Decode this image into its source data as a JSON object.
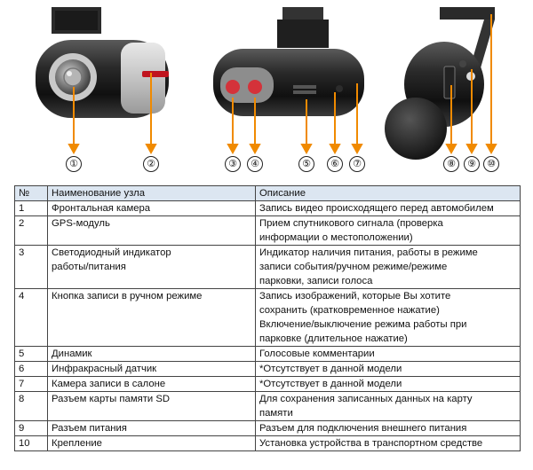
{
  "figure": {
    "callouts": [
      "①",
      "②",
      "③",
      "④",
      "⑤",
      "⑥",
      "⑦",
      "⑧",
      "⑨",
      "⑩"
    ],
    "accent_color": "#f08a00",
    "views": [
      "front-view",
      "side-view",
      "back-view"
    ]
  },
  "table": {
    "headers": [
      "№",
      "Наименование узла",
      "Описание"
    ],
    "header_bg": "#dce6f1",
    "rows": [
      {
        "num": "1",
        "name": "Фронтальная камера",
        "desc": [
          "Запись видео происходящего перед автомобилем"
        ]
      },
      {
        "num": "2",
        "name": "GPS-модуль",
        "desc": [
          "Прием спутникового сигнала (проверка",
          "информации о местоположении)"
        ]
      },
      {
        "num": "3",
        "name": "Светодиодный индикатор\nработы/питания",
        "desc": [
          "Индикатор наличия питания, работы в режиме",
          "записи события/ручном режиме/режиме",
          "парковки, записи голоса"
        ]
      },
      {
        "num": "4",
        "name": "Кнопка записи в ручном режиме",
        "desc": [
          "Запись изображений, которые Вы хотите",
          "сохранить (кратковременное нажатие)",
          "Включение/выключение режима работы при",
          "парковке (длительное нажатие)"
        ]
      },
      {
        "num": "5",
        "name": "Динамик",
        "desc": [
          "Голосовые комментарии"
        ]
      },
      {
        "num": "6",
        "name": "Инфракрасный датчик",
        "desc": [
          "*Отсутствует в данной модели"
        ]
      },
      {
        "num": "7",
        "name": "Камера записи в салоне",
        "desc": [
          "*Отсутствует в данной модели"
        ]
      },
      {
        "num": "8",
        "name": "Разъем карты памяти SD",
        "desc": [
          "Для сохранения записанных данных на карту",
          "памяти"
        ]
      },
      {
        "num": "9",
        "name": "Разъем питания",
        "desc": [
          "Разъем для подключения внешнего питания"
        ]
      },
      {
        "num": "10",
        "name": "Крепление",
        "desc": [
          "Установка устройства в транспортном средстве"
        ]
      }
    ]
  }
}
